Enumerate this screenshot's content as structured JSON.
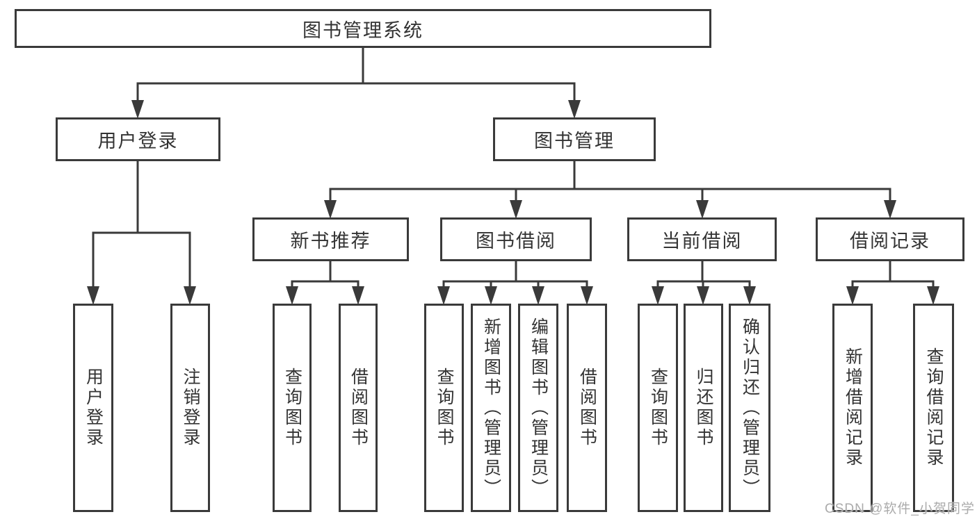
{
  "diagram": {
    "title": "图书管理系统",
    "level2": {
      "user_login": "用户登录",
      "book_management": "图书管理"
    },
    "level3": {
      "new_book_recommend": "新书推荐",
      "book_borrowing": "图书借阅",
      "current_borrowing": "当前借阅",
      "borrowing_records": "借阅记录"
    },
    "leaves": {
      "user_login": "用户登录",
      "logout": "注销登录",
      "recommend_query_books": "查询图书",
      "recommend_borrow_books": "借阅图书",
      "borrowing_query_books": "查询图书",
      "borrowing_add_books": "新增图书（管理员）",
      "borrowing_edit_books": "编辑图书（管理员）",
      "borrowing_borrow_books": "借阅图书",
      "current_query_books": "查询图书",
      "current_return_books": "归还图书",
      "current_confirm_return": "确认归还（管理员）",
      "records_add_record": "新增借阅记录",
      "records_query_record": "查询借阅记录"
    },
    "watermark": "CSDN @软件_小贺同学",
    "colors": {
      "line": "#3a3a3a",
      "box_border": "#3a3a3a",
      "text": "#333333",
      "watermark": "#ababab",
      "background": "#ffffff"
    }
  }
}
